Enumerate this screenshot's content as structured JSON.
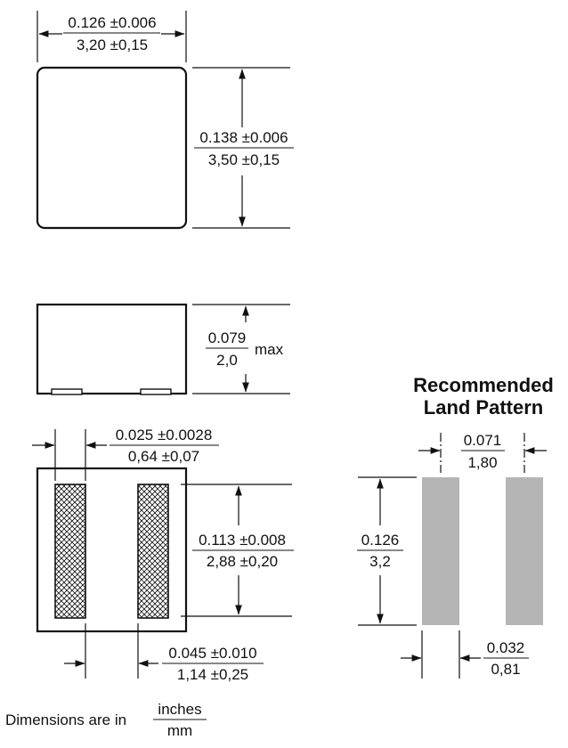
{
  "colors": {
    "ink": "#111111",
    "pad_fill": "#b5b5b5",
    "background": "#ffffff"
  },
  "top_view": {
    "width_dim": {
      "inches": "0.126 ±0.006",
      "mm": "3,20 ±0,15"
    },
    "height_dim": {
      "inches": "0.138 ±0.006",
      "mm": "3,50 ±0,15"
    }
  },
  "side_view": {
    "height_dim": {
      "inches": "0.079",
      "mm": "2,0",
      "suffix": "max"
    }
  },
  "bottom_view": {
    "terminal_width_dim": {
      "inches": "0.025 ±0.0028",
      "mm": "0,64 ±0,07"
    },
    "terminal_length_dim": {
      "inches": "0.113 ±0.008",
      "mm": "2,88 ±0,20"
    },
    "terminal_gap_dim": {
      "inches": "0.045 ±0.010",
      "mm": "1,14 ±0,25"
    }
  },
  "land_pattern": {
    "title_line1": "Recommended",
    "title_line2": "Land Pattern",
    "spacing_dim": {
      "inches": "0.071",
      "mm": "1,80"
    },
    "length_dim": {
      "inches": "0.126",
      "mm": "3,2"
    },
    "pad_width_dim": {
      "inches": "0.032",
      "mm": "0,81"
    }
  },
  "footer": {
    "prefix": "Dimensions are in",
    "unit_top": "inches",
    "unit_bottom": "mm"
  }
}
